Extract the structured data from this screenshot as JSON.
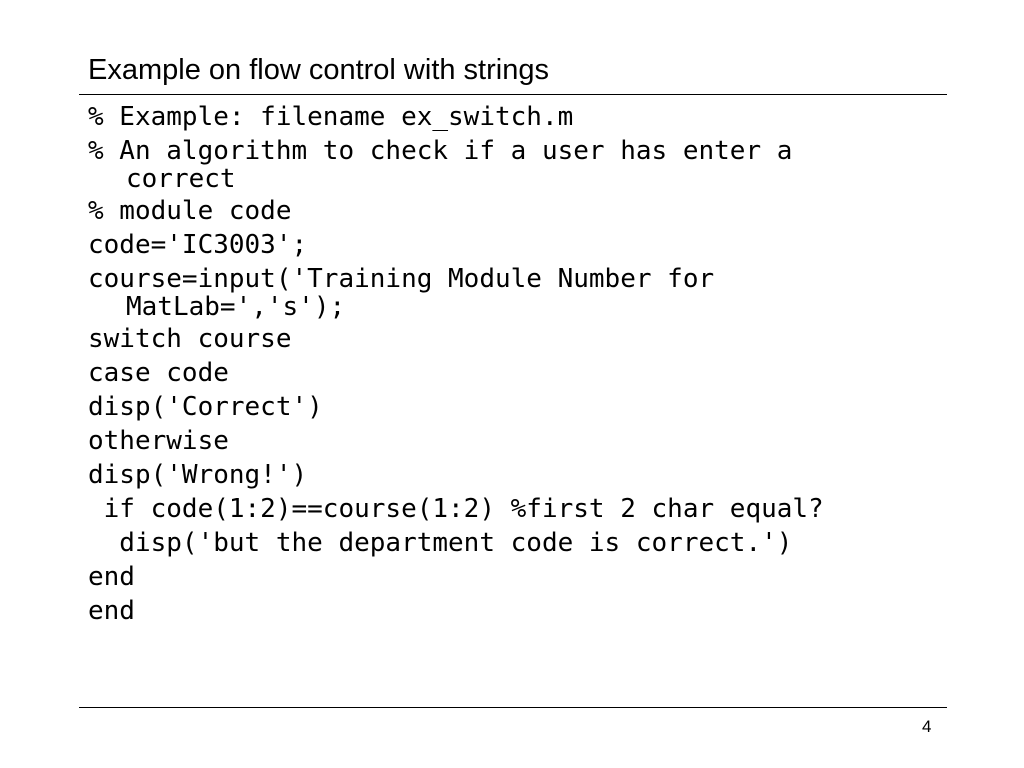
{
  "slide": {
    "title": "Example on flow control with strings",
    "page_number": "4",
    "code": [
      {
        "text": "% Example: filename ex_switch.m",
        "cont": ""
      },
      {
        "text": "% An algorithm to check if a user has enter a",
        "cont": "correct"
      },
      {
        "text": "% module code",
        "cont": ""
      },
      {
        "text": "code='IC3003';",
        "cont": ""
      },
      {
        "text": "course=input('Training Module Number for",
        "cont": "MatLab=','s');"
      },
      {
        "text": "switch course",
        "cont": ""
      },
      {
        "text": "case code",
        "cont": ""
      },
      {
        "text": "disp('Correct')",
        "cont": ""
      },
      {
        "text": "otherwise",
        "cont": ""
      },
      {
        "text": "disp('Wrong!')",
        "cont": ""
      },
      {
        "text": " if code(1:2)==course(1:2) %first 2 char equal?",
        "cont": ""
      },
      {
        "text": "  disp('but the department code is correct.')",
        "cont": ""
      },
      {
        "text": "end",
        "cont": ""
      },
      {
        "text": "end",
        "cont": ""
      }
    ]
  }
}
